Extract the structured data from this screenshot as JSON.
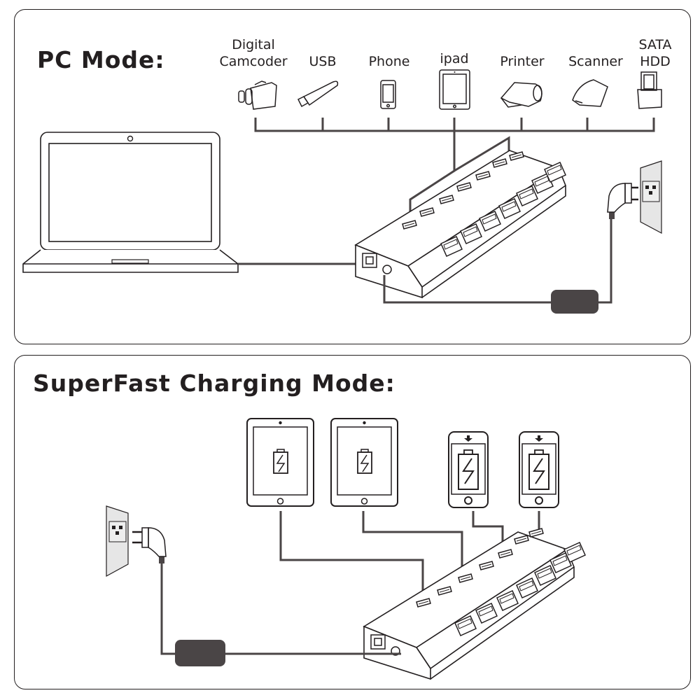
{
  "pc_mode": {
    "title": "PC Mode:",
    "devices": [
      {
        "label_line1": "Digital",
        "label_line2": "Camcoder",
        "icon": "camcorder-icon"
      },
      {
        "label_line1": "",
        "label_line2": "USB",
        "icon": "usb-drive-icon"
      },
      {
        "label_line1": "",
        "label_line2": "Phone",
        "icon": "phone-icon"
      },
      {
        "label_line1": "",
        "label_line2": "ipad",
        "icon": "tablet-icon"
      },
      {
        "label_line1": "",
        "label_line2": "Printer",
        "icon": "printer-icon"
      },
      {
        "label_line1": "",
        "label_line2": "Scanner",
        "icon": "scanner-icon"
      },
      {
        "label_line1": "SATA",
        "label_line2": "HDD",
        "icon": "hdd-dock-icon"
      }
    ],
    "host": "laptop-icon",
    "hub": "usb-hub-icon",
    "power": [
      "power-adapter-icon",
      "wall-plug-icon",
      "wall-outlet-icon"
    ]
  },
  "charging_mode": {
    "title": "SuperFast Charging Mode:",
    "devices": [
      {
        "icon": "tablet-charging-icon"
      },
      {
        "icon": "tablet-charging-icon"
      },
      {
        "icon": "phone-charging-icon"
      },
      {
        "icon": "phone-charging-icon"
      }
    ],
    "hub": "usb-hub-icon",
    "power": [
      "power-adapter-icon",
      "wall-plug-icon",
      "wall-outlet-icon"
    ]
  },
  "colors": {
    "line": "#231f20",
    "adapter": "#4a4546",
    "wall": "#e6e6e6"
  }
}
